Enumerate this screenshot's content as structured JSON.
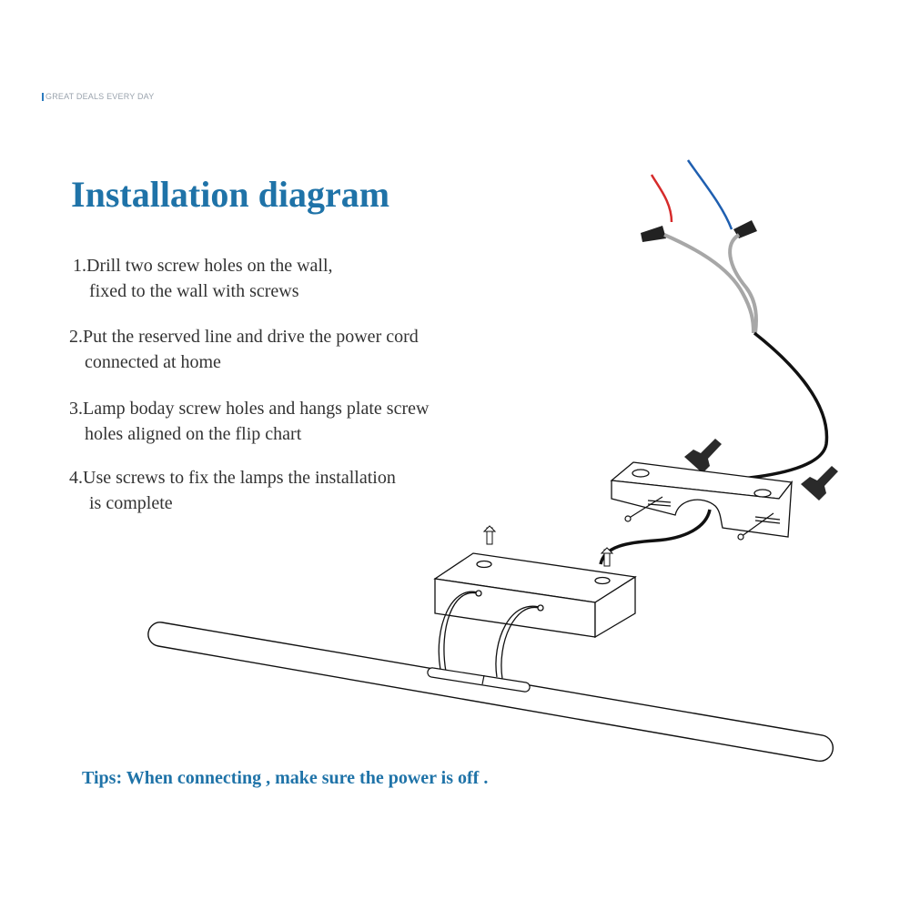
{
  "brand": {
    "text": "GREAT DEALS EVERY DAY"
  },
  "title": "Installation diagram",
  "steps": [
    {
      "line1": "1.Drill two screw holes on the wall,",
      "line2": "fixed to the wall with screws"
    },
    {
      "line1": "2.Put the reserved line and drive the power cord",
      "line2": "connected at home"
    },
    {
      "line1": "3.Lamp boday screw holes and hangs plate screw",
      "line2": "holes aligned on the flip chart"
    },
    {
      "line1": "4.Use screws to fix the lamps the installation",
      "line2": "is complete"
    }
  ],
  "tips": "Tips: When connecting , make sure the power is off .",
  "colors": {
    "accent": "#1f73a8",
    "body_text": "#333333",
    "wire_red": "#d62b2b",
    "wire_blue": "#1f5fb0",
    "wire_grey": "#a7a7a7",
    "cord_black": "#111111"
  }
}
